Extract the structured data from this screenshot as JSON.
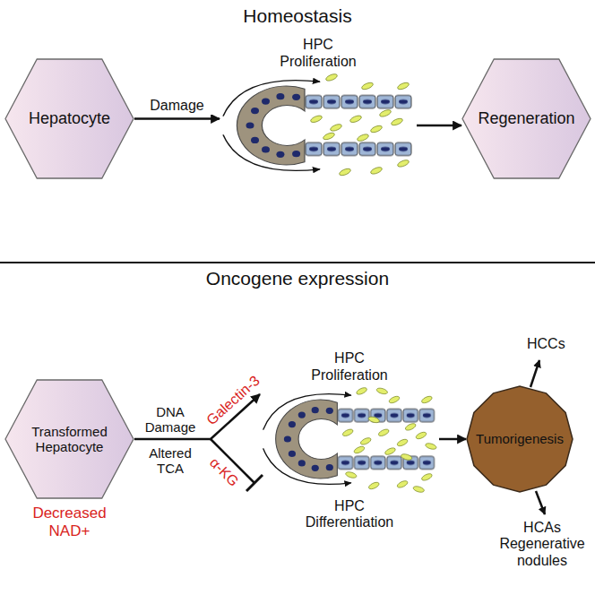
{
  "diagram": {
    "nodes": [
      {
        "text": [
          "Hepatocyte"
        ]
      },
      {
        "text": [
          "HPC Proliferation"
        ]
      },
      {
        "text": [
          "Regeneration"
        ]
      },
      {
        "text": [
          "Transformed Hepatocyte",
          "Decreased NAD+"
        ]
      },
      {
        "text": [
          "HPC Proliferation",
          "HPC Differentiation"
        ]
      },
      {
        "text": [
          "Tumorigenesis"
        ]
      }
    ],
    "edges": [
      {
        "from": 0,
        "to": 1,
        "arrow": "to",
        "label": "Damage"
      },
      {
        "from": 1,
        "to": 2,
        "arrow": "to"
      },
      {
        "from": 3,
        "to": 4,
        "arrow": "to",
        "label": "DNA Damage"
      },
      {
        "from": 4,
        "to": 5,
        "arrow": "to"
      }
    ],
    "labels": [
      "Homeostasis",
      "Oncogene expression",
      "Altered TCA",
      "Galectin-3",
      "α-KG",
      "HCCs",
      "HCAs Regenerative nodules"
    ]
  }
}
